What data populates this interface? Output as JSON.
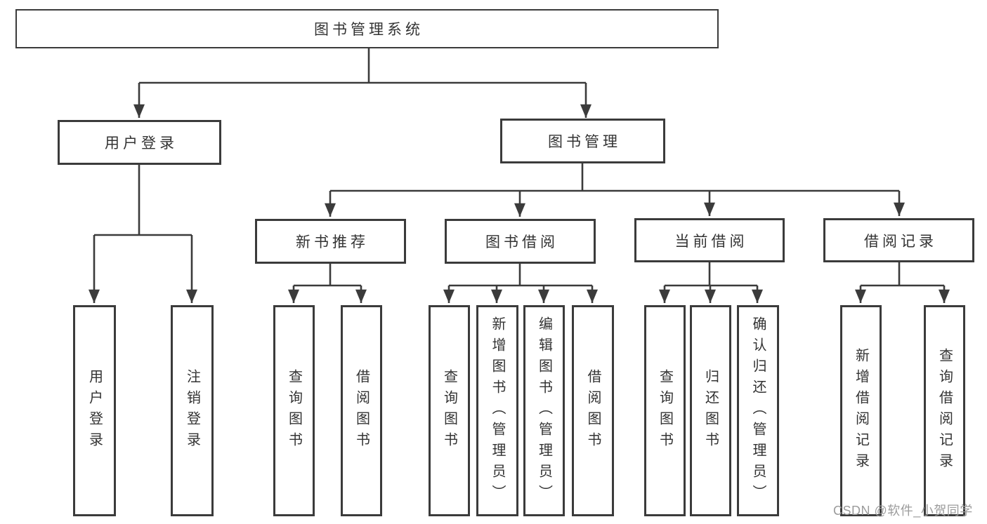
{
  "colors": {
    "line": "#3b3b3b",
    "text": "#333333",
    "background": "#ffffff",
    "watermark_text": "#9c9c9c"
  },
  "nodes": {
    "root": "图书管理系统",
    "login": "用户登录",
    "manage": "图书管理",
    "recommend": "新书推荐",
    "borrow": "图书借阅",
    "current": "当前借阅",
    "records": "借阅记录",
    "leaf_login": "用户登录",
    "leaf_logout": "注销登录",
    "leaf_rec_query": "查询图书",
    "leaf_rec_borrow": "借阅图书",
    "leaf_bor_query": "查询图书",
    "leaf_bor_add": "新增图书（管理员）",
    "leaf_bor_edit": "编辑图书（管理员）",
    "leaf_bor_borrow": "借阅图书",
    "leaf_cur_query": "查询图书",
    "leaf_cur_return": "归还图书",
    "leaf_cur_confirm": "确认归还（管理员）",
    "leaf_record_add": "新增借阅记录",
    "leaf_record_query": "查询借阅记录"
  },
  "structure": {
    "图书管理系统": {
      "用户登录": [
        "用户登录",
        "注销登录"
      ],
      "图书管理": {
        "新书推荐": [
          "查询图书",
          "借阅图书"
        ],
        "图书借阅": [
          "查询图书",
          "新增图书（管理员）",
          "编辑图书（管理员）",
          "借阅图书"
        ],
        "当前借阅": [
          "查询图书",
          "归还图书",
          "确认归还（管理员）"
        ],
        "借阅记录": [
          "新增借阅记录",
          "查询借阅记录"
        ]
      }
    }
  },
  "watermark": {
    "text": "CSDN @软件_小贺同学"
  }
}
